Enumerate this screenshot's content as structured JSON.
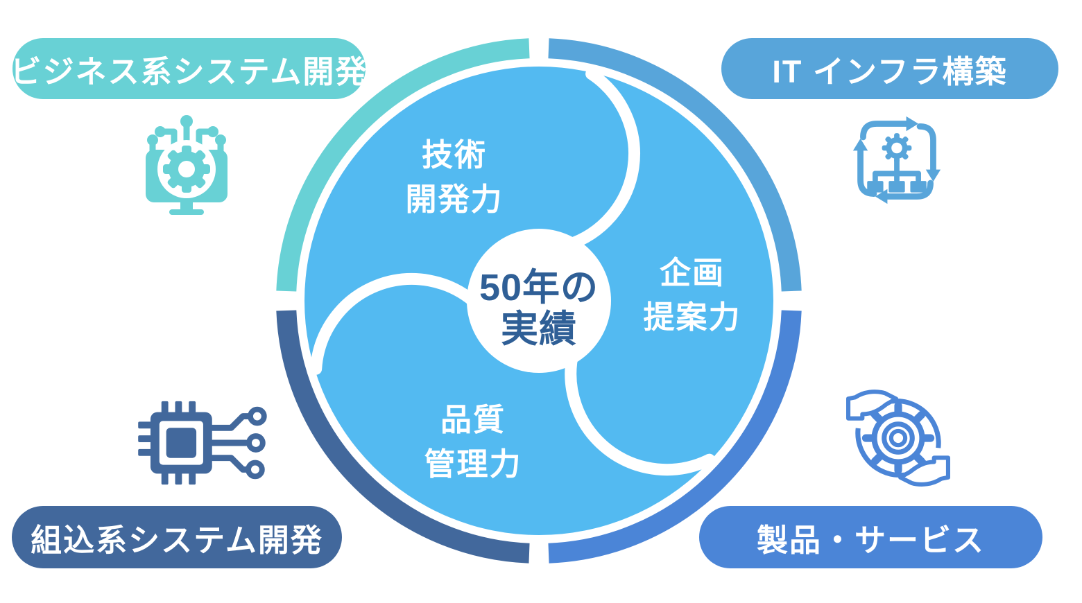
{
  "diagram": {
    "center": {
      "line1": "50年の",
      "line2": "実績"
    },
    "segments": [
      {
        "id": "technology",
        "line1": "技術",
        "line2": "開発力"
      },
      {
        "id": "planning",
        "line1": "企画",
        "line2": "提案力"
      },
      {
        "id": "quality",
        "line1": "品質",
        "line2": "管理力"
      }
    ]
  },
  "corners": {
    "top_left": {
      "label": "ビジネス系システム開発",
      "icon": "monitor-gear-circuit",
      "color": "#68d1d5"
    },
    "top_right": {
      "label": "IT インフラ構築",
      "icon": "gear-flowchart-cycle",
      "color": "#58a5da"
    },
    "bottom_left": {
      "label": "組込系システム開発",
      "icon": "cpu-chip-circuit",
      "color": "#42689c"
    },
    "bottom_right": {
      "label": "製品・サービス",
      "icon": "hands-gear-cycle",
      "color": "#4b85d7"
    }
  },
  "colors": {
    "teal": "#68d1d5",
    "soft_blue": "#58a5da",
    "slate_blue": "#42689c",
    "bright_blue": "#4b85d7",
    "disk_blue": "#53baf1",
    "navy_text": "#2f5f96",
    "white": "#ffffff"
  }
}
